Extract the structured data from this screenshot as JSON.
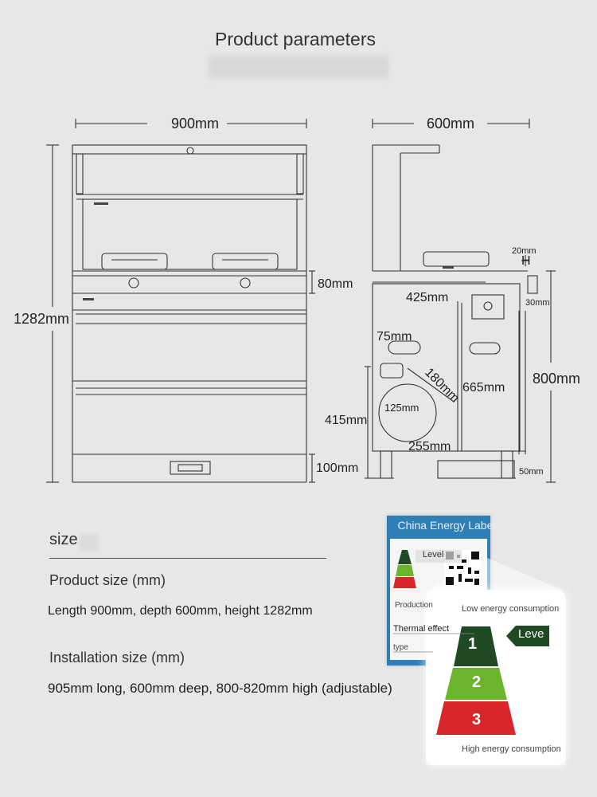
{
  "title": "Product parameters",
  "drawing": {
    "front": {
      "width": "900mm",
      "height": "1282mm",
      "panel": "80mm",
      "base": "100mm"
    },
    "side": {
      "depth": "600mm",
      "cap": "20mm",
      "cap_mark": "H",
      "gap": "30mm",
      "counter": "800mm",
      "reach": "425mm",
      "inlet": "75mm",
      "diagonal": "180mm",
      "cabinet": "665mm",
      "pipe_height": "415mm",
      "pipe_dia": "125mm",
      "offset": "255mm",
      "foot": "50mm"
    }
  },
  "specs": {
    "heading": "size",
    "product_label": "Product size (mm)",
    "product_value": "Length 900mm, depth 600mm, height 1282mm",
    "install_label": "Installation size (mm)",
    "install_value": "905mm long, 600mm deep, 800-820mm high (adjustable)"
  },
  "energy": {
    "title": "China Energy Label",
    "level_mini": "Level",
    "production": "Production",
    "thermal": "Thermal effect",
    "type": "type",
    "low": "Low energy consumption",
    "high": "High energy consumption",
    "level_tag": "Leve",
    "levels": [
      "1",
      "2",
      "3"
    ],
    "colors": {
      "card": "#2d7fb6",
      "level1": "#1f4a24",
      "level2": "#6bb52c",
      "level3": "#d9262a"
    }
  }
}
